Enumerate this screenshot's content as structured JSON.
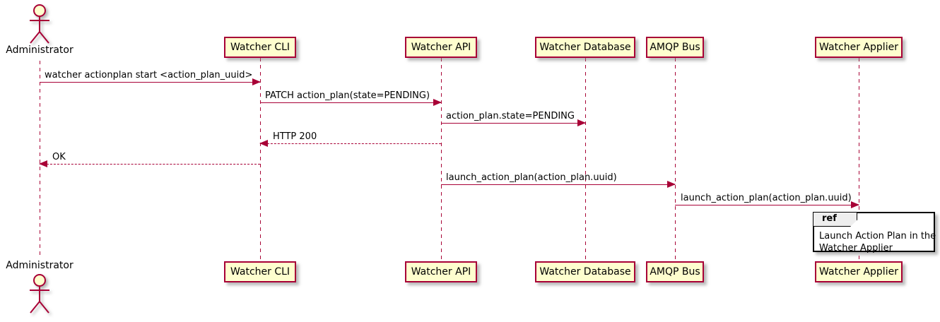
{
  "diagram": {
    "type": "sequence-diagram",
    "actor": {
      "name": "Administrator"
    },
    "participants": [
      {
        "name": "Watcher CLI"
      },
      {
        "name": "Watcher API"
      },
      {
        "name": "Watcher Database"
      },
      {
        "name": "AMQP Bus"
      },
      {
        "name": "Watcher Applier"
      }
    ],
    "messages": [
      {
        "from": "Administrator",
        "to": "Watcher CLI",
        "label": "watcher actionplan start <action_plan_uuid>",
        "style": "solid"
      },
      {
        "from": "Watcher CLI",
        "to": "Watcher API",
        "label": "PATCH action_plan(state=PENDING)",
        "style": "solid"
      },
      {
        "from": "Watcher API",
        "to": "Watcher Database",
        "label": "action_plan.state=PENDING",
        "style": "solid"
      },
      {
        "from": "Watcher API",
        "to": "Watcher CLI",
        "label": "HTTP 200",
        "style": "dashed"
      },
      {
        "from": "Watcher CLI",
        "to": "Administrator",
        "label": "OK",
        "style": "dashed"
      },
      {
        "from": "Watcher API",
        "to": "AMQP Bus",
        "label": "launch_action_plan(action_plan.uuid)",
        "style": "solid"
      },
      {
        "from": "AMQP Bus",
        "to": "Watcher Applier",
        "label": "launch_action_plan(action_plan.uuid)",
        "style": "solid"
      }
    ],
    "ref": {
      "keyword": "ref",
      "line1": "Launch Action Plan in the",
      "line2": "Watcher Applier",
      "over": "Watcher Applier"
    },
    "colors": {
      "box_fill": "#FEFECE",
      "box_border": "#A80036",
      "line": "#A80036",
      "text": "#000000",
      "ref_tab_fill": "#EEEEEE",
      "ref_border": "#000000",
      "background": "#FFFFFF"
    }
  }
}
